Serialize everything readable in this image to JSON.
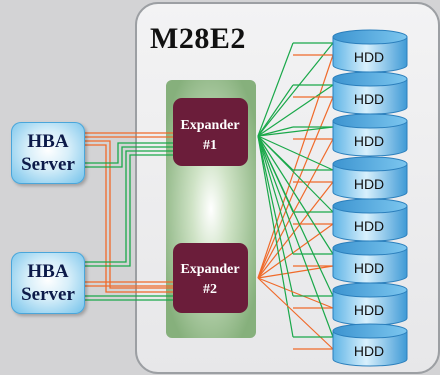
{
  "enclosure": {
    "title": "M28E2"
  },
  "hba_servers": [
    {
      "line1": "HBA",
      "line2": "Server"
    },
    {
      "line1": "HBA",
      "line2": "Server"
    }
  ],
  "expanders": [
    {
      "line1": "Expander",
      "line2": "#1"
    },
    {
      "line1": "Expander",
      "line2": "#2"
    }
  ],
  "disks": [
    "HDD",
    "HDD",
    "HDD",
    "HDD",
    "HDD",
    "HDD",
    "HDD",
    "HDD"
  ],
  "colors": {
    "enclosure": "#9c9fa3",
    "backplane": "#86b07c",
    "expander": "#6b1d3a",
    "hba": "#6fc0ea",
    "hdd": "#2f8fcf",
    "green_link": "#1aa84a",
    "orange_link": "#f06a2a"
  }
}
